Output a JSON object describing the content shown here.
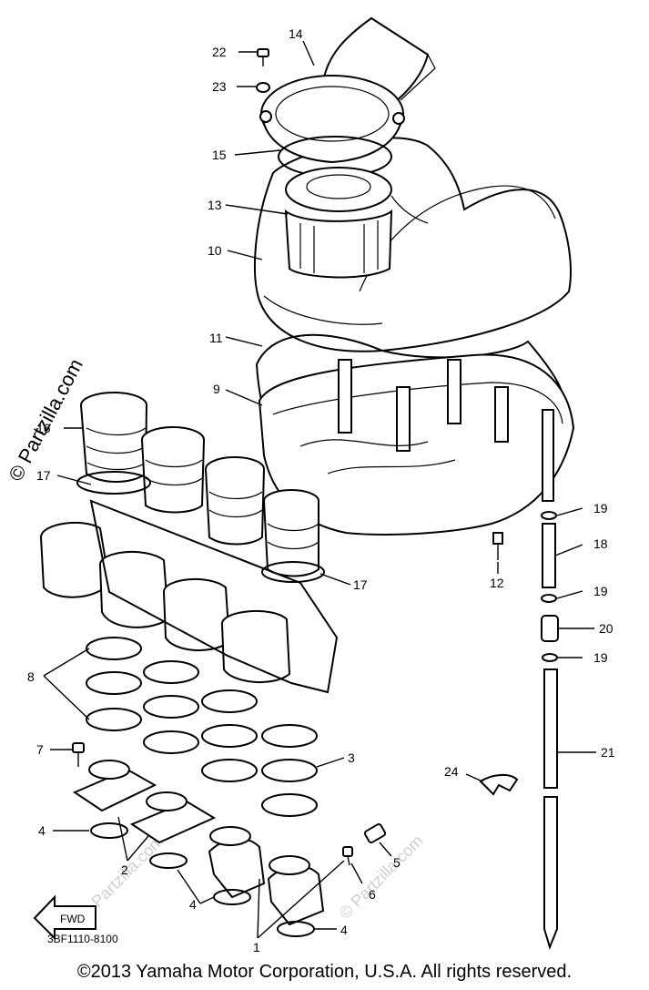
{
  "watermark": "© Partzilla.com",
  "watermark_faint": "© Partzilla.com",
  "diagram_code": "3BF1110-8100",
  "fwd_label": "FWD",
  "copyright": "©2013  Yamaha Motor Corporation, U.S.A. All rights reserved.",
  "callouts": {
    "c1": "1",
    "c2": "2",
    "c3": "3",
    "c4a": "4",
    "c4b": "4",
    "c4c": "4",
    "c5": "5",
    "c6": "6",
    "c7": "7",
    "c8": "8",
    "c9": "9",
    "c10": "10",
    "c11": "11",
    "c12": "12",
    "c13": "13",
    "c14": "14",
    "c15": "15",
    "c16": "16",
    "c17a": "17",
    "c17b": "17",
    "c18": "18",
    "c19a": "19",
    "c19b": "19",
    "c19c": "19",
    "c20": "20",
    "c21": "21",
    "c22": "22",
    "c23": "23",
    "c24": "24"
  }
}
